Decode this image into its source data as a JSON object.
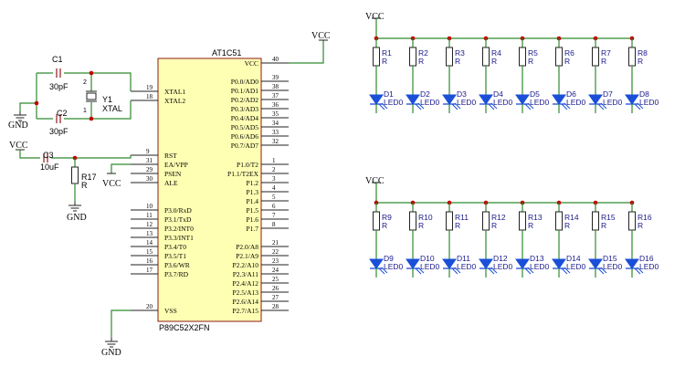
{
  "colors": {
    "wire": "#2f8a2f",
    "body": "#ffffb3",
    "outline": "#8b1a1a",
    "pin": "#222222",
    "junction": "#c00000",
    "diode": "#1a4fd8",
    "text": "#000000",
    "power_text": "#000000",
    "name_text": "#1a1a8c"
  },
  "chip": {
    "name": "AT1C51",
    "part": "P89C52X2FN",
    "left_pins": [
      {
        "num": "19",
        "label": "XTAL1"
      },
      {
        "num": "18",
        "label": "XTAL2"
      },
      {
        "num": "9",
        "label": "RST"
      },
      {
        "num": "31",
        "label": "EA/VPP"
      },
      {
        "num": "29",
        "label": "PSEN"
      },
      {
        "num": "30",
        "label": "ALE"
      },
      {
        "num": "10",
        "label": "P3.0/RxD"
      },
      {
        "num": "11",
        "label": "P3.1/TxD"
      },
      {
        "num": "12",
        "label": "P3.2/INT0"
      },
      {
        "num": "13",
        "label": "P3.3/INT1"
      },
      {
        "num": "14",
        "label": "P3.4/T0"
      },
      {
        "num": "15",
        "label": "P3.5/T1"
      },
      {
        "num": "16",
        "label": "P3.6/WR"
      },
      {
        "num": "17",
        "label": "P3.7/RD"
      },
      {
        "num": "20",
        "label": "VSS"
      }
    ],
    "right_pins": [
      {
        "num": "40",
        "label": "VCC"
      },
      {
        "num": "39",
        "label": "P0.0/AD0"
      },
      {
        "num": "38",
        "label": "P0.1/AD1"
      },
      {
        "num": "37",
        "label": "P0.2/AD2"
      },
      {
        "num": "36",
        "label": "P0.3/AD3"
      },
      {
        "num": "35",
        "label": "P0.4/AD4"
      },
      {
        "num": "34",
        "label": "P0.5/AD5"
      },
      {
        "num": "33",
        "label": "P0.6/AD6"
      },
      {
        "num": "32",
        "label": "P0.7/AD7"
      },
      {
        "num": "1",
        "label": "P1.0/T2"
      },
      {
        "num": "2",
        "label": "P1.1/T2EX"
      },
      {
        "num": "3",
        "label": "P1.2"
      },
      {
        "num": "4",
        "label": "P1.3"
      },
      {
        "num": "5",
        "label": "P1.4"
      },
      {
        "num": "6",
        "label": "P1.5"
      },
      {
        "num": "7",
        "label": "P1.6"
      },
      {
        "num": "8",
        "label": "P1.7"
      },
      {
        "num": "21",
        "label": "P2.0/A8"
      },
      {
        "num": "22",
        "label": "P2.1/A9"
      },
      {
        "num": "23",
        "label": "P2.2/A10"
      },
      {
        "num": "24",
        "label": "P2.3/A11"
      },
      {
        "num": "25",
        "label": "P2.4/A12"
      },
      {
        "num": "26",
        "label": "P2.5/A13"
      },
      {
        "num": "27",
        "label": "P2.6/A14"
      },
      {
        "num": "28",
        "label": "P2.7/A15"
      }
    ]
  },
  "power": {
    "vcc": "VCC",
    "gnd": "GND"
  },
  "components": {
    "c1": {
      "ref": "C1",
      "value": "30pF"
    },
    "c2": {
      "ref": "C2",
      "value": "30pF"
    },
    "c3": {
      "ref": "C3",
      "value": "10uF"
    },
    "y1": {
      "ref": "Y1",
      "value": "XTAL",
      "pin1": "1",
      "pin2": "2"
    },
    "r17": {
      "ref": "R17",
      "value": "R"
    }
  },
  "led_banks": [
    {
      "resistors": [
        "R1",
        "R2",
        "R3",
        "R4",
        "R5",
        "R6",
        "R7",
        "R8"
      ],
      "diodes": [
        "D1",
        "D2",
        "D3",
        "D4",
        "D5",
        "D6",
        "D7",
        "D8"
      ]
    },
    {
      "resistors": [
        "R9",
        "R10",
        "R11",
        "R12",
        "R13",
        "R14",
        "R15",
        "R16"
      ],
      "diodes": [
        "D9",
        "D10",
        "D11",
        "D12",
        "D13",
        "D14",
        "D15",
        "D16"
      ]
    }
  ],
  "resistor_value": "R",
  "led_value": "LED0"
}
